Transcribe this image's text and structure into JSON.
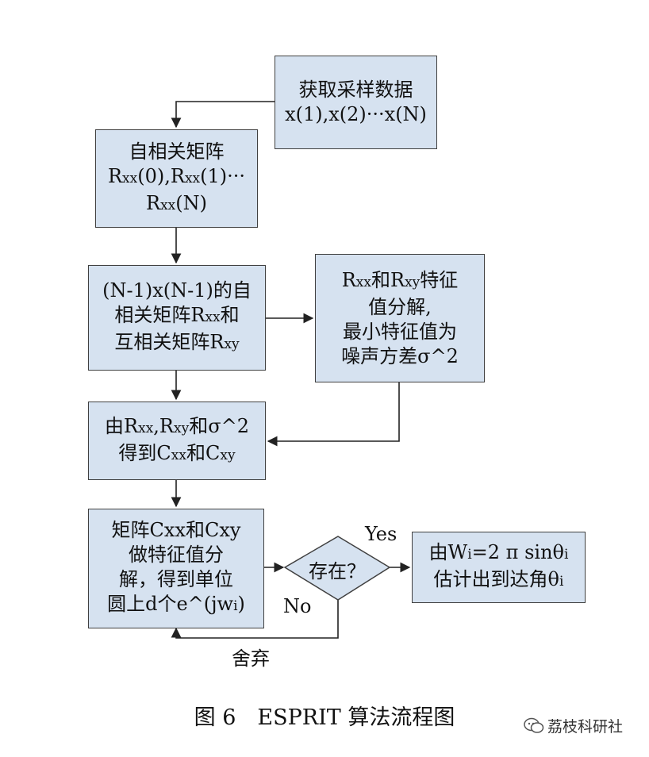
{
  "nodes": {
    "acquire": {
      "line1": "获取采样数据",
      "line2": "x(1),x(2)···x(N)"
    },
    "autocorr": {
      "line1": "自相关矩阵",
      "line2_a": "R",
      "line2_b": "xx",
      "line2_c": "(0),R",
      "line2_d": "xx",
      "line2_e": "(1)···",
      "line3_a": "R",
      "line3_b": "xx",
      "line3_c": "(N)"
    },
    "cross": {
      "line1": "(N-1)x(N-1)的自",
      "line2_a": "相关矩阵R",
      "line2_b": "xx",
      "line2_c": "和",
      "line3_a": "互相关矩阵R",
      "line3_b": "xy"
    },
    "eig": {
      "line1_a": "R",
      "line1_b": "xx",
      "line1_c": "和R",
      "line1_d": "xy",
      "line1_e": "特征",
      "line2": "值分解,",
      "line3": "最小特征值为",
      "line4": "噪声方差σ^2"
    },
    "cmatrix": {
      "line1_a": "由R",
      "line1_b": "xx",
      "line1_c": ",R",
      "line1_d": "xy",
      "line1_e": "和σ^2",
      "line2_a": "得到C",
      "line2_b": "xx",
      "line2_c": "和C",
      "line2_d": "xy"
    },
    "decomp": {
      "line1": "矩阵Cxx和Cxy",
      "line2": "做特征值分",
      "line3": "解，得到单位",
      "line4_a": "圆上d个e^(jw",
      "line4_b": "i",
      "line4_c": ")"
    },
    "decision": {
      "text": "存在？"
    },
    "result": {
      "line1_a": "由W",
      "line1_b": "i",
      "line1_c": "=2 π sinθ",
      "line1_d": "i",
      "line2_a": "估计出到达角θ",
      "line2_b": "i"
    }
  },
  "edge_labels": {
    "yes": "Yes",
    "no": "No",
    "discard": "舍弃"
  },
  "caption": "图 6　ESPRIT 算法流程图",
  "watermark": "荔枝科研社",
  "colors": {
    "box_fill": "#d6e2f0",
    "stroke": "#404040"
  }
}
